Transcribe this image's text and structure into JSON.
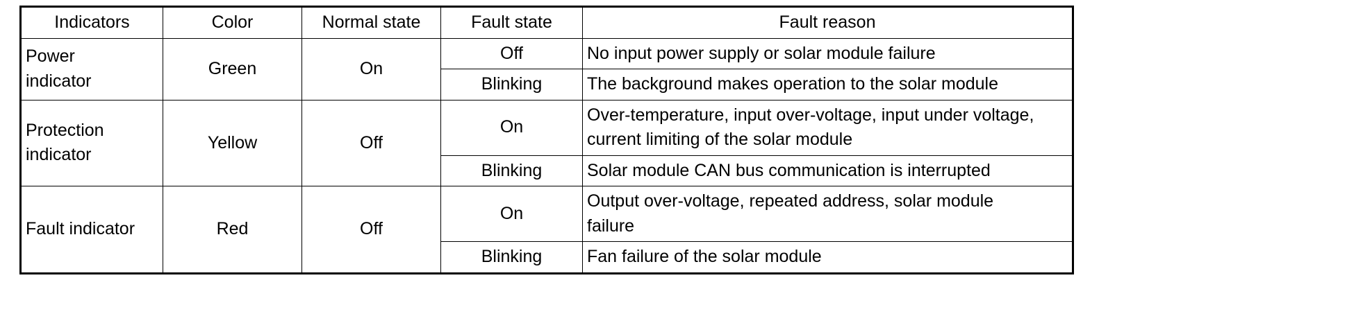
{
  "table": {
    "headers": [
      "Indicators",
      "Color",
      "Normal state",
      "Fault state",
      "Fault reason"
    ],
    "groups": [
      {
        "indicator_line1": "Power",
        "indicator_line2": "indicator",
        "color": "Green",
        "normal_state": "On",
        "rows": [
          {
            "fault_state": "Off",
            "reason_line1": "No input power supply or solar module failure",
            "reason_line2": ""
          },
          {
            "fault_state": "Blinking",
            "reason_line1": "The background makes operation to the solar module",
            "reason_line2": ""
          }
        ]
      },
      {
        "indicator_line1": "Protection",
        "indicator_line2": "indicator",
        "color": "Yellow",
        "normal_state": "Off",
        "rows": [
          {
            "fault_state": "On",
            "reason_line1": "Over-temperature, input over-voltage, input under voltage,",
            "reason_line2": "current limiting of the solar module"
          },
          {
            "fault_state": "Blinking",
            "reason_line1": "Solar module CAN bus communication is interrupted",
            "reason_line2": ""
          }
        ]
      },
      {
        "indicator_line1": "Fault indicator",
        "indicator_line2": "",
        "color": "Red",
        "normal_state": "Off",
        "rows": [
          {
            "fault_state": "On",
            "reason_line1": "Output over-voltage, repeated address, solar module",
            "reason_line2": "failure"
          },
          {
            "fault_state": "Blinking",
            "reason_line1": "Fan failure of the solar module",
            "reason_line2": ""
          }
        ]
      }
    ]
  },
  "colors": {
    "border": "#000000",
    "text": "#000000",
    "background": "#ffffff"
  }
}
